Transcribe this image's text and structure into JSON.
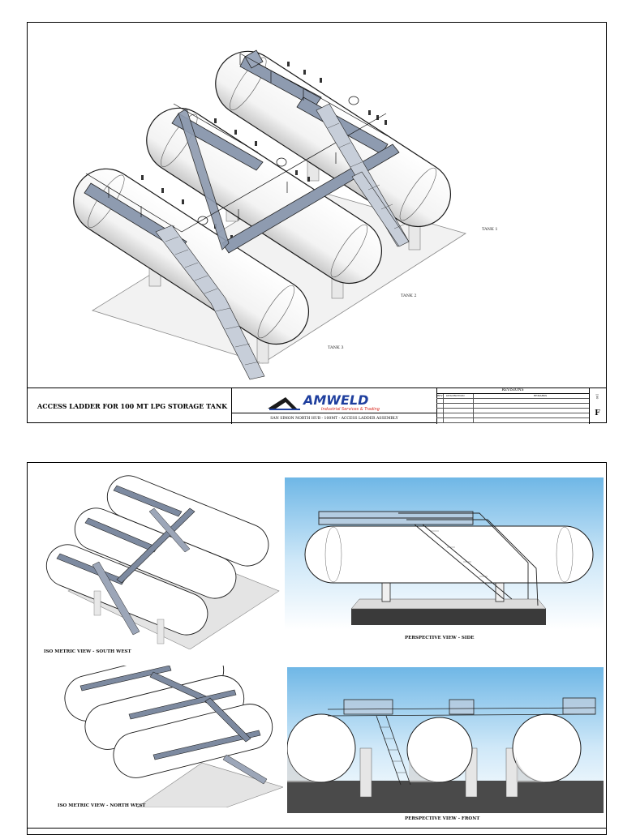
{
  "sheet1": {
    "title": "ACCESS LADDER FOR 100 MT LPG STORAGE TANK",
    "logo": {
      "brand": "AMWELD",
      "tagline": "Industrial Services & Trading"
    },
    "subtitle": "SAN SIMON NORTH HUB - 100MT - ACCESS LADDER ASSEMBLY",
    "revisions": {
      "heading": "REVISIONS",
      "col_rev": "REV",
      "col_desc": "DESCRIPTION",
      "col_remarks": "REMARKS"
    },
    "sheet_letter": "F",
    "sheet_code": "001",
    "tank_labels": [
      "TANK 1",
      "TANK 2",
      "TANK 3"
    ]
  },
  "sheet2": {
    "views": [
      {
        "caption": "ISO METRIC VIEW - SOUTH WEST"
      },
      {
        "caption": "PERSPECTIVE VIEW - SIDE"
      },
      {
        "caption": "ISO METRIC VIEW - NORTH WEST"
      },
      {
        "caption": "PERSPECTIVE VIEW - FRONT"
      }
    ]
  },
  "colors": {
    "tank": "#ffffff",
    "outline": "#1a1a1a",
    "walkway": "#8e9bb0",
    "sky": "#6fb7e6",
    "logo_blue": "#1f3f9e",
    "logo_red": "#d9261c"
  }
}
